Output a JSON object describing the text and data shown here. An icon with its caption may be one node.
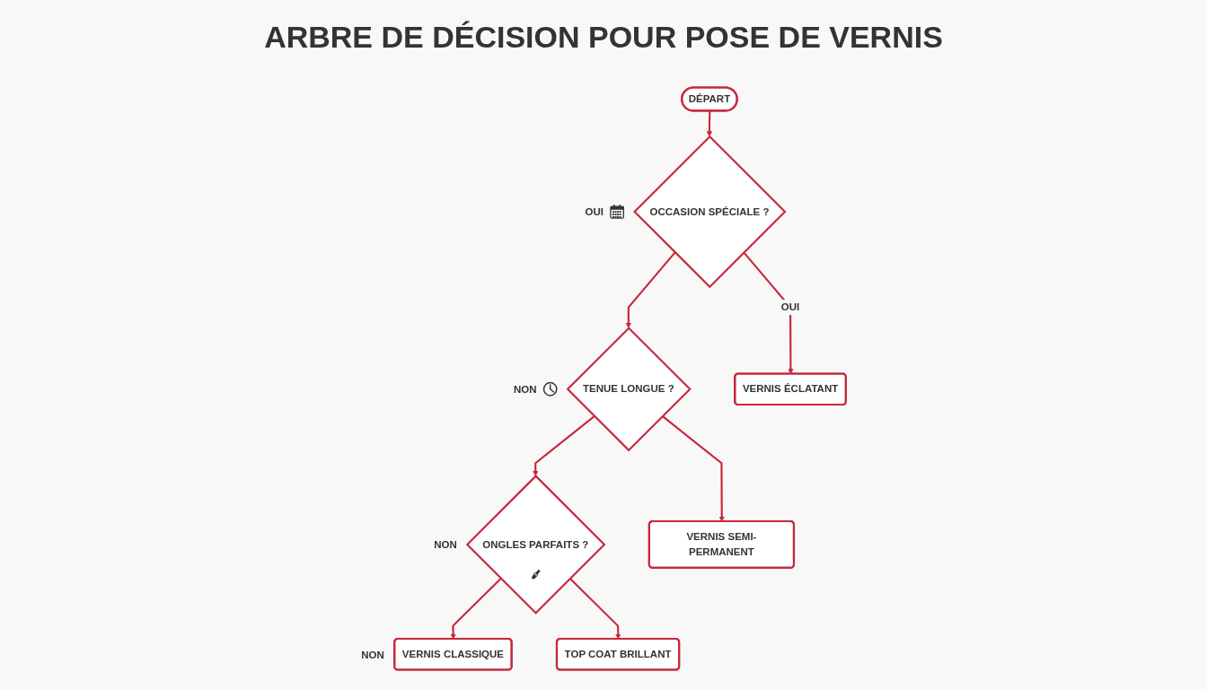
{
  "diagram": {
    "title": "ARBRE DE DÉCISION POUR POSE DE VERNIS",
    "nodes": [
      {
        "text": [
          "DÉPART"
        ]
      },
      {
        "text": [
          "OCCASION SPÉCIALE ?"
        ],
        "beside": [
          "OUI"
        ]
      },
      {
        "text": [
          "VERNIS ÉCLATANT"
        ]
      },
      {
        "text": [
          "TENUE LONGUE ?"
        ],
        "beside": [
          "NON"
        ]
      },
      {
        "text": [
          "VERNIS SEMI-PERMANENT"
        ]
      },
      {
        "text": [
          "ONGLES PARFAITS ?"
        ],
        "beside": [
          "NON"
        ]
      },
      {
        "text": [
          "TOP COAT BRILLANT"
        ]
      },
      {
        "text": [
          "VERNIS CLASSIQUE"
        ],
        "beside": [
          "NON"
        ]
      }
    ],
    "edges": [
      {
        "from": 0,
        "to": 1,
        "arrow": "to"
      },
      {
        "from": 1,
        "to": 3,
        "arrow": "to"
      },
      {
        "from": 1,
        "to": 2,
        "arrow": "to",
        "label": "OUI"
      },
      {
        "from": 3,
        "to": 5,
        "arrow": "to"
      },
      {
        "from": 3,
        "to": 4,
        "arrow": "to"
      },
      {
        "from": 5,
        "to": 7,
        "arrow": "to"
      },
      {
        "from": 5,
        "to": 6,
        "arrow": "to"
      }
    ]
  }
}
